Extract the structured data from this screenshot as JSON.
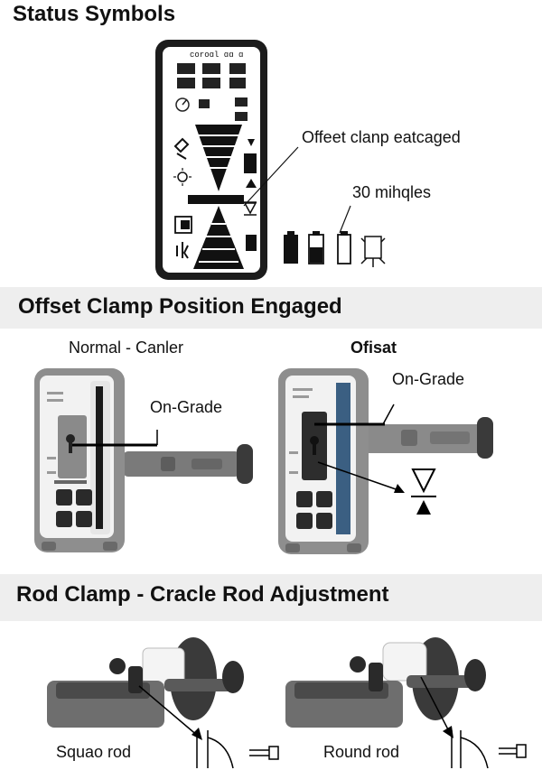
{
  "sections": {
    "status_title": "Status Symbols",
    "offset_title": "Offset Clamp Position Engaged",
    "rod_title": "Rod Clamp - Cracle Rod Adjustment"
  },
  "status": {
    "display_header": "coroɑl ɑɑ ɑ",
    "callout_offset": "Offeet clanp eatcaged",
    "callout_minutes": "30 mihqles",
    "icons": [
      "battery-full-icon",
      "battery-half-icon",
      "battery-empty-icon",
      "light-bulb-icon"
    ]
  },
  "offset": {
    "normal_label": "Normal - Canler",
    "offset_label": "Ofisat",
    "on_grade_left": "On-Grade",
    "on_grade_right": "On-Grade"
  },
  "rod": {
    "square_label": "Squao rod",
    "round_label": "Round rod"
  },
  "colors": {
    "band": "#eeeeee",
    "device_gray": "#8a8a8a",
    "device_dark": "#333333",
    "accent_blue": "#3b5f82"
  }
}
